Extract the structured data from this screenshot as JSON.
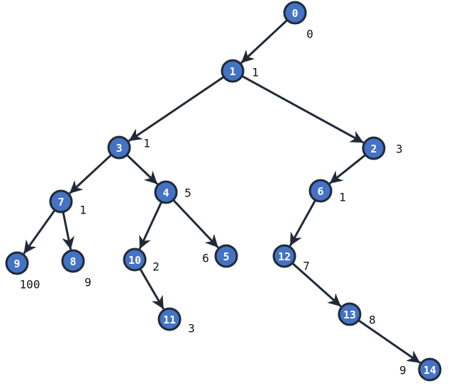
{
  "graph": {
    "nodes": [
      {
        "id": "0",
        "label": "0"
      },
      {
        "id": "1",
        "label": "1"
      },
      {
        "id": "2",
        "label": "3"
      },
      {
        "id": "3",
        "label": "1"
      },
      {
        "id": "4",
        "label": "5"
      },
      {
        "id": "5",
        "label": "6"
      },
      {
        "id": "6",
        "label": "1"
      },
      {
        "id": "7",
        "label": "1"
      },
      {
        "id": "8",
        "label": "9"
      },
      {
        "id": "9",
        "label": "100"
      },
      {
        "id": "10",
        "label": "2"
      },
      {
        "id": "11",
        "label": "3"
      },
      {
        "id": "12",
        "label": "7"
      },
      {
        "id": "13",
        "label": "8"
      },
      {
        "id": "14",
        "label": "9"
      }
    ],
    "edges": [
      [
        "0",
        "1"
      ],
      [
        "1",
        "3"
      ],
      [
        "1",
        "2"
      ],
      [
        "3",
        "7"
      ],
      [
        "3",
        "4"
      ],
      [
        "2",
        "6"
      ],
      [
        "7",
        "9"
      ],
      [
        "7",
        "8"
      ],
      [
        "4",
        "10"
      ],
      [
        "4",
        "5"
      ],
      [
        "6",
        "12"
      ],
      [
        "10",
        "11"
      ],
      [
        "12",
        "13"
      ],
      [
        "13",
        "14"
      ]
    ],
    "colors": {
      "node_fill": "#4472c4",
      "node_stroke": "#1f2a36",
      "edge": "#1f2a36"
    }
  }
}
